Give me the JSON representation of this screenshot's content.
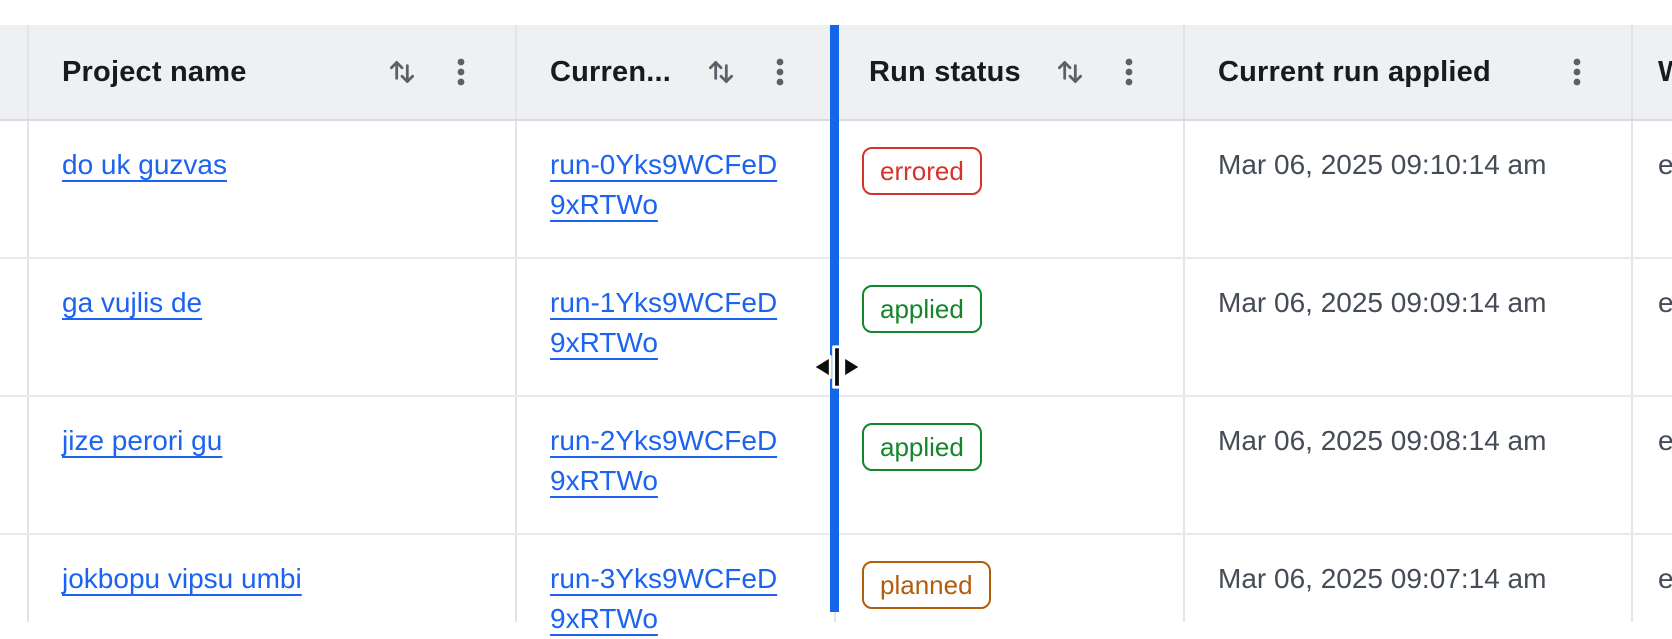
{
  "table": {
    "columns": [
      {
        "label": "Project name",
        "has_sort": true,
        "has_menu": true
      },
      {
        "label": "Curren...",
        "has_sort": true,
        "has_menu": true
      },
      {
        "label": "Run status",
        "has_sort": true,
        "has_menu": true
      },
      {
        "label": "Current run applied",
        "has_sort": false,
        "has_menu": true
      },
      {
        "label": "W",
        "has_sort": false,
        "has_menu": false
      }
    ],
    "rows": [
      {
        "project": "do uk guzvas",
        "run_line1": "run-0Yks9WCFeD",
        "run_line2": "9xRTWo",
        "status": "errored",
        "applied_at": "Mar 06, 2025 09:10:14 am",
        "extra": "e"
      },
      {
        "project": "ga vujlis de",
        "run_line1": "run-1Yks9WCFeD",
        "run_line2": "9xRTWo",
        "status": "applied",
        "applied_at": "Mar 06, 2025 09:09:14 am",
        "extra": "e"
      },
      {
        "project": "jize perori gu",
        "run_line1": "run-2Yks9WCFeD",
        "run_line2": "9xRTWo",
        "status": "applied",
        "applied_at": "Mar 06, 2025 09:08:14 am",
        "extra": "e"
      },
      {
        "project": "jokbopu vipsu umbi",
        "run_line1": "run-3Yks9WCFeD",
        "run_line2": "9xRTWo",
        "status": "planned",
        "applied_at": "Mar 06, 2025 09:07:14 am",
        "extra": "e"
      }
    ]
  },
  "icons": {
    "sort": "up-down-arrows",
    "menu": "vertical-kebab-dots",
    "resize_cursor": "horizontal-double-arrow"
  },
  "colors": {
    "link": "#1b63f0",
    "resize_line": "#1465e8",
    "header_bg": "#eef0f2",
    "status": {
      "errored": "#d5342c",
      "applied": "#13862b",
      "planned": "#b25c0d"
    }
  }
}
